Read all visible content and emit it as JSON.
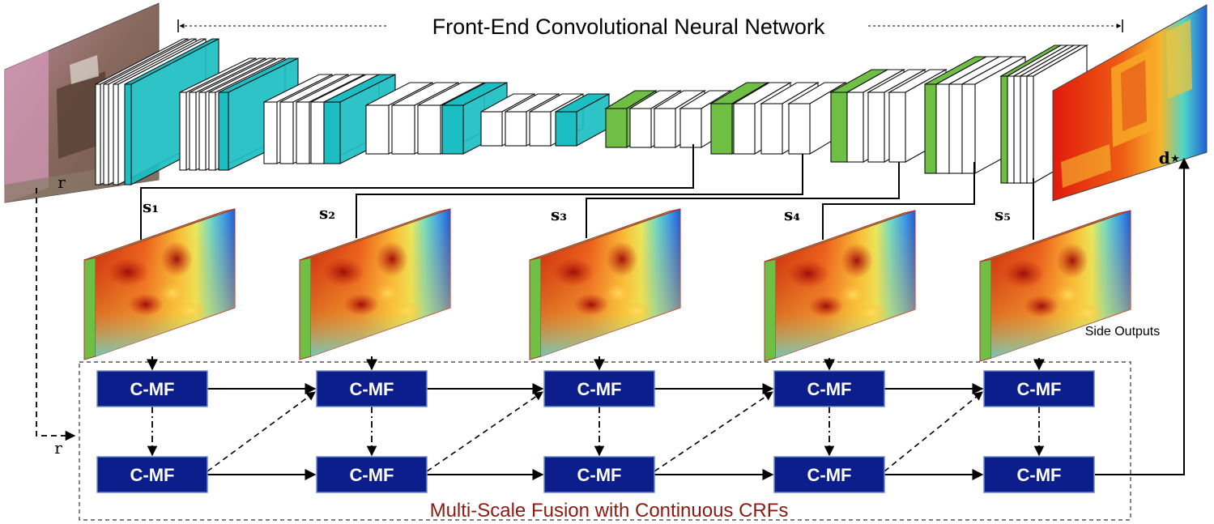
{
  "title": "Front-End Convolutional Neural Network",
  "input_label": "r",
  "input_label_bottom": "r",
  "output_label": "d⋆",
  "side_output_labels": [
    "s₁",
    "s₂",
    "s₃",
    "s₄",
    "s₅"
  ],
  "side_outputs_caption": "Side Outputs",
  "block_label": "C-MF",
  "fusion_caption": "Multi-Scale Fusion with Continuous CRFs",
  "colors": {
    "conv_teal": "#1bbec2",
    "conv_green": "#6fbf45",
    "cmf_fill": "#0b1e8c",
    "fusion_caption": "#8b1a10",
    "heat_hot": "#d42a10",
    "heat_cold": "#2a72e0"
  },
  "icons": {
    "input_image": "room-photo",
    "output_image": "depth-map",
    "side_output": "depth-heatmap"
  }
}
